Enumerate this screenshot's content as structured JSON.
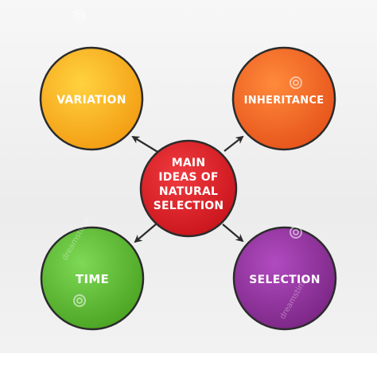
{
  "center": {
    "lines": [
      "MAIN",
      "IDEAS OF",
      "NATURAL",
      "SELECTION"
    ],
    "color": "#d91f26"
  },
  "nodes": [
    {
      "label": "VARIATION",
      "color": "#f7ac16"
    },
    {
      "label": "INHERITANCE",
      "color": "#f26522"
    },
    {
      "label": "TIME",
      "color": "#5cb82e"
    },
    {
      "label": "SELECTION",
      "color": "#8b2f95"
    }
  ],
  "outline_color": "#2b2b2b",
  "watermark": {
    "brand": "dreamstime"
  }
}
